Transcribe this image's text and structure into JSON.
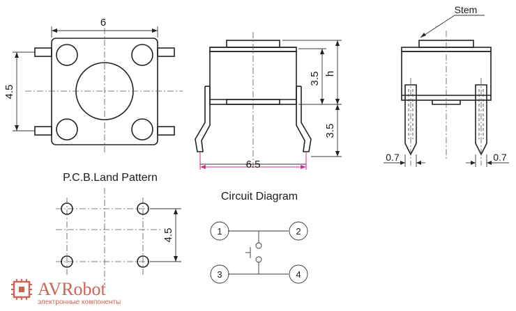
{
  "top_view": {
    "width_label": "6",
    "height_label": "4.5"
  },
  "side_view": {
    "stem_label": "3.5",
    "h_label": "h",
    "lead_label": "3.5",
    "pitch_label": "6.5"
  },
  "front_view": {
    "stem_callout": "Stem",
    "lead_left": "0.7",
    "lead_right": "0.7"
  },
  "pcb": {
    "title": "P.C.B.Land Pattern",
    "spacing_label": "4.5"
  },
  "circuit": {
    "title": "Circuit Diagram",
    "pins": [
      "1",
      "2",
      "3",
      "4"
    ]
  },
  "logo": {
    "brand": "AVRobot",
    "tagline": "электронные компоненты"
  },
  "colors": {
    "line": "#222222",
    "pink_dimension": "#d0308a",
    "logo": "#c8533f"
  }
}
